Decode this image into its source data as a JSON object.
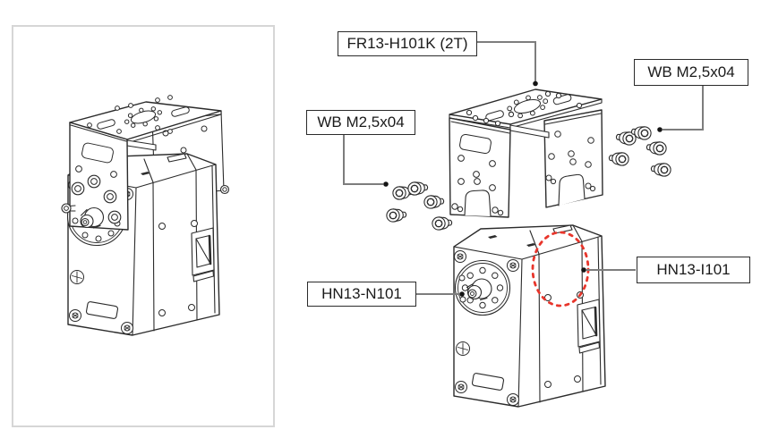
{
  "callouts": {
    "bracket": "FR13-H101K (2T)",
    "bolts_left": "WB M2,5x04",
    "bolts_right": "WB M2,5x04",
    "horn": "HN13-N101",
    "idler": "HN13-I101"
  },
  "colors": {
    "line": "#2b2b2b",
    "callout_line": "#7d7d7d",
    "highlight": "#e8352b",
    "panel_border": "#d6d6d6"
  }
}
